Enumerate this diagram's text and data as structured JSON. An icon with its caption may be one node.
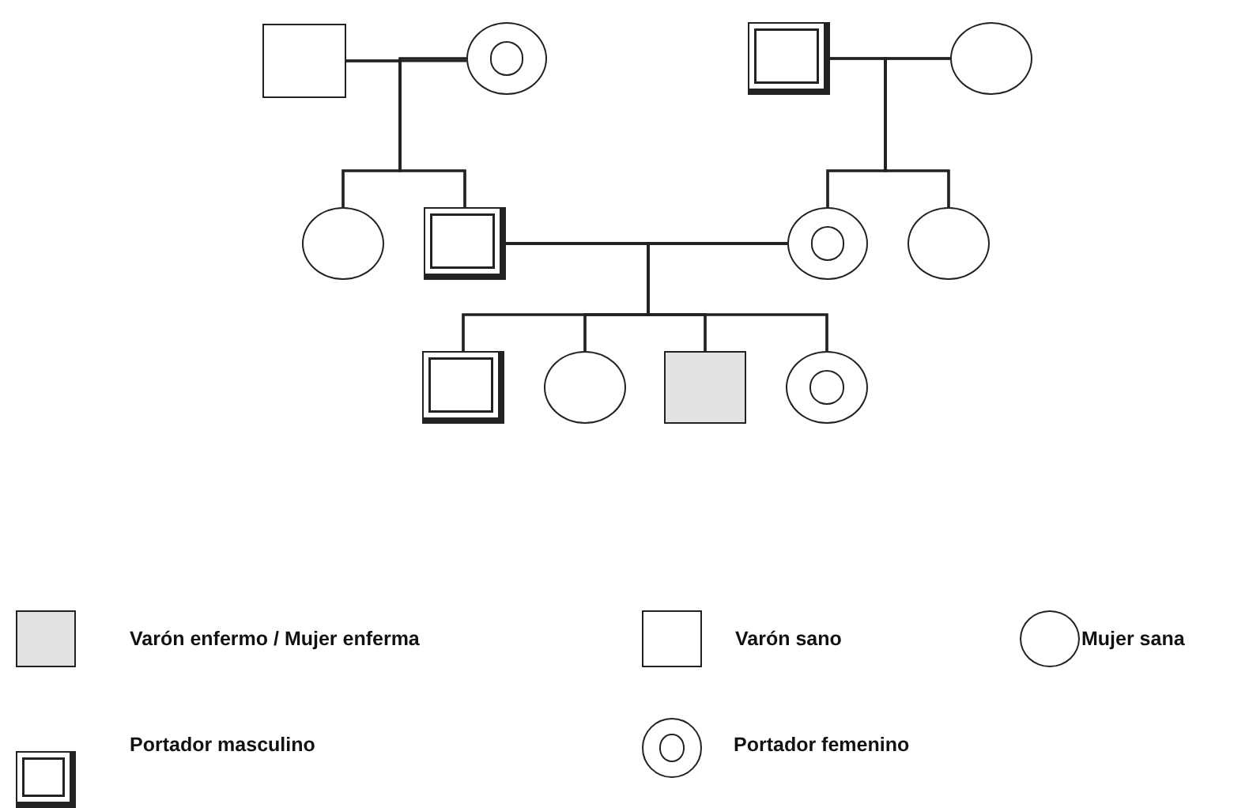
{
  "diagram": {
    "nodes": [
      {
        "text": [],
        "shape": "box"
      },
      {
        "text": [],
        "shape": "circle"
      },
      {
        "text": [],
        "shape": "box"
      },
      {
        "text": [],
        "shape": "circle"
      },
      {
        "text": [],
        "shape": "circle"
      },
      {
        "text": [],
        "shape": "box"
      },
      {
        "text": [],
        "shape": "circle"
      },
      {
        "text": [],
        "shape": "circle"
      },
      {
        "text": [],
        "shape": "box"
      },
      {
        "text": [],
        "shape": "circle"
      },
      {
        "text": [],
        "shape": "box"
      },
      {
        "text": [],
        "shape": "circle"
      }
    ],
    "edges": [
      {
        "from": 0,
        "to": 1,
        "arrow": "none"
      },
      {
        "from": 0,
        "to": 4,
        "arrow": "none"
      },
      {
        "from": 1,
        "to": 4,
        "arrow": "none"
      },
      {
        "from": 0,
        "to": 5,
        "arrow": "none"
      },
      {
        "from": 1,
        "to": 5,
        "arrow": "none"
      },
      {
        "from": 2,
        "to": 3,
        "arrow": "none"
      },
      {
        "from": 2,
        "to": 6,
        "arrow": "none"
      },
      {
        "from": 3,
        "to": 6,
        "arrow": "none"
      },
      {
        "from": 2,
        "to": 7,
        "arrow": "none"
      },
      {
        "from": 3,
        "to": 7,
        "arrow": "none"
      },
      {
        "from": 5,
        "to": 6,
        "arrow": "none"
      },
      {
        "from": 5,
        "to": 8,
        "arrow": "none"
      },
      {
        "from": 6,
        "to": 8,
        "arrow": "none"
      },
      {
        "from": 5,
        "to": 9,
        "arrow": "none"
      },
      {
        "from": 6,
        "to": 9,
        "arrow": "none"
      },
      {
        "from": 5,
        "to": 10,
        "arrow": "none"
      },
      {
        "from": 6,
        "to": 10,
        "arrow": "none"
      },
      {
        "from": 5,
        "to": 11,
        "arrow": "none"
      },
      {
        "from": 6,
        "to": 11,
        "arrow": "none"
      }
    ],
    "legend": [
      {
        "text": "Varón enfermo / Mujer enferma"
      },
      {
        "text": "Varón sano"
      },
      {
        "text": "Mujer sana"
      },
      {
        "text": "Portador masculino"
      },
      {
        "text": "Portador femenino"
      }
    ]
  }
}
